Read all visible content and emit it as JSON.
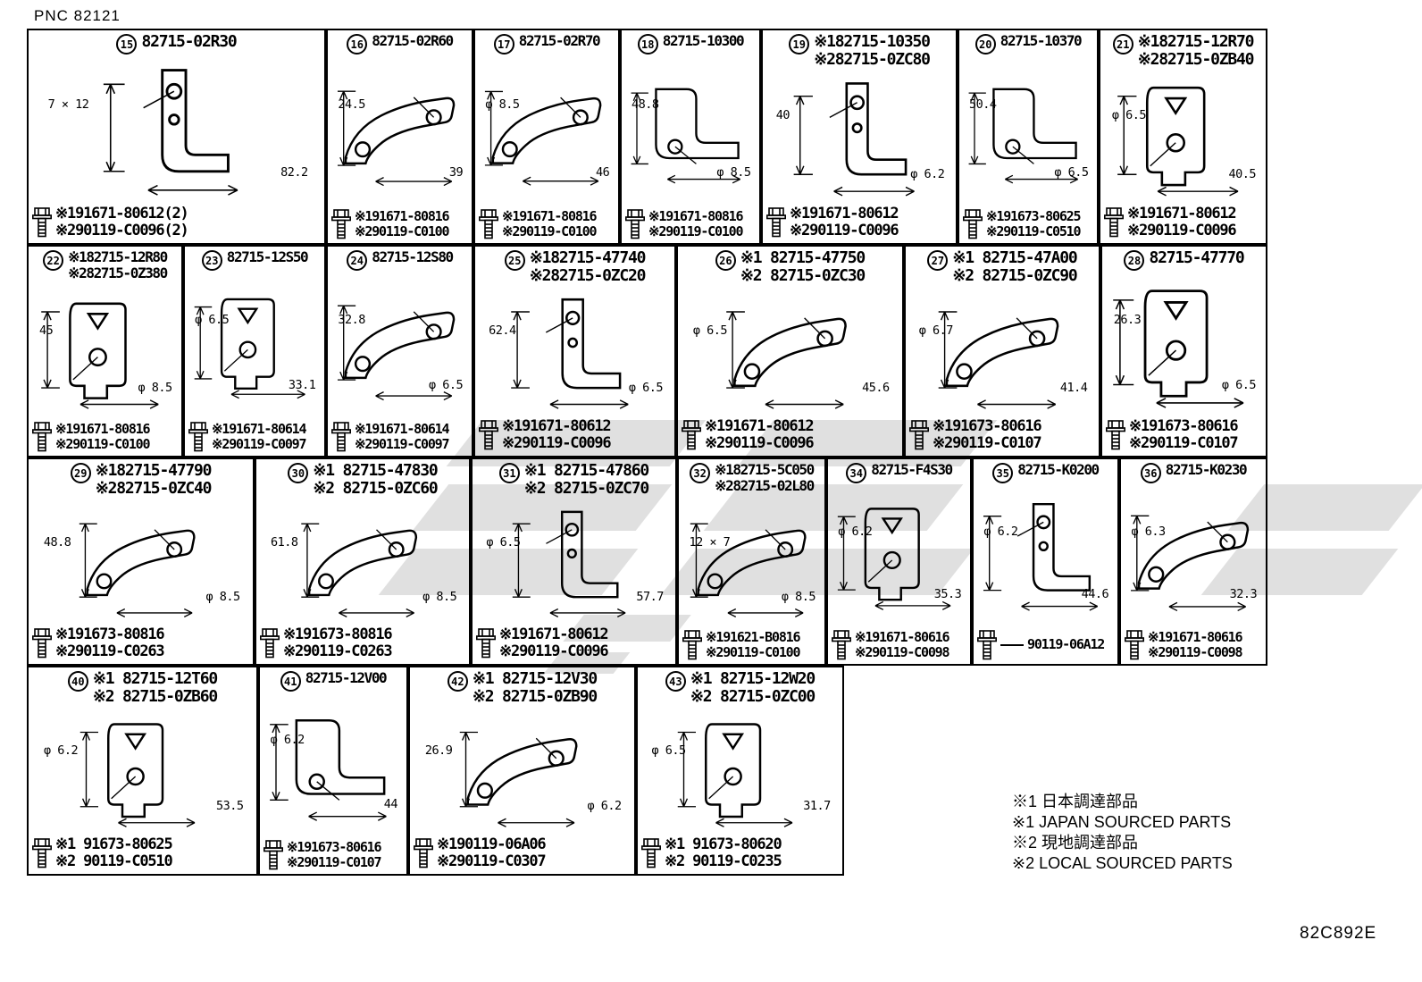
{
  "header": {
    "pnc": "PNC 82121"
  },
  "footer": {
    "code": "82C892E"
  },
  "legend": {
    "lines": [
      "※1 日本調達部品",
      "※1 JAPAN SOURCED PARTS",
      "※2 現地調達部品",
      "※2 LOCAL SOURCED PARTS"
    ]
  },
  "colors": {
    "line": "#000000",
    "background": "#ffffff",
    "watermark": "#c6c6c6"
  },
  "cells": [
    {
      "num": "15",
      "titles": [
        "82715-02R30"
      ],
      "dims": [
        "7 × 12",
        "82.2"
      ],
      "bolts": [
        "※191671-80612(2)",
        "※290119-C0096(2)"
      ]
    },
    {
      "num": "16",
      "titles": [
        "82715-02R60"
      ],
      "dims": [
        "24.5",
        "39"
      ],
      "bolts": [
        "※191671-80816",
        "※290119-C0100"
      ]
    },
    {
      "num": "17",
      "titles": [
        "82715-02R70"
      ],
      "dims": [
        "φ 8.5",
        "46"
      ],
      "bolts": [
        "※191671-80816",
        "※290119-C0100"
      ]
    },
    {
      "num": "18",
      "titles": [
        "82715-10300"
      ],
      "dims": [
        "48.8",
        "φ 8.5"
      ],
      "bolts": [
        "※191671-80816",
        "※290119-C0100"
      ]
    },
    {
      "num": "19",
      "titles": [
        "※182715-10350",
        "※282715-0ZC80"
      ],
      "dims": [
        "40",
        "φ 6.2"
      ],
      "bolts": [
        "※191671-80612",
        "※290119-C0096"
      ]
    },
    {
      "num": "20",
      "titles": [
        "82715-10370"
      ],
      "dims": [
        "50.4",
        "φ 6.5"
      ],
      "bolts": [
        "※191673-80625",
        "※290119-C0510"
      ]
    },
    {
      "num": "21",
      "titles": [
        "※182715-12R70",
        "※282715-0ZB40"
      ],
      "dims": [
        "φ 6.5",
        "40.5"
      ],
      "bolts": [
        "※191671-80612",
        "※290119-C0096"
      ]
    },
    {
      "num": "22",
      "titles": [
        "※182715-12R80",
        "※282715-0Z380"
      ],
      "dims": [
        "45",
        "φ 8.5"
      ],
      "bolts": [
        "※191671-80816",
        "※290119-C0100"
      ]
    },
    {
      "num": "23",
      "titles": [
        "82715-12S50"
      ],
      "dims": [
        "φ 6.5",
        "33.1"
      ],
      "bolts": [
        "※191671-80614",
        "※290119-C0097"
      ]
    },
    {
      "num": "24",
      "titles": [
        "82715-12S80"
      ],
      "dims": [
        "32.8",
        "φ 6.5"
      ],
      "bolts": [
        "※191671-80614",
        "※290119-C0097"
      ]
    },
    {
      "num": "25",
      "titles": [
        "※182715-47740",
        "※282715-0ZC20"
      ],
      "dims": [
        "62.4",
        "φ 6.5"
      ],
      "bolts": [
        "※191671-80612",
        "※290119-C0096"
      ]
    },
    {
      "num": "26",
      "titles": [
        "※1 82715-47750",
        "※2 82715-0ZC30"
      ],
      "dims": [
        "φ 6.5",
        "45.6"
      ],
      "bolts": [
        "※191671-80612",
        "※290119-C0096"
      ]
    },
    {
      "num": "27",
      "titles": [
        "※1 82715-47A00",
        "※2 82715-0ZC90"
      ],
      "dims": [
        "φ 6.7",
        "41.4"
      ],
      "bolts": [
        "※191673-80616",
        "※290119-C0107"
      ]
    },
    {
      "num": "28",
      "titles": [
        "82715-47770"
      ],
      "dims": [
        "26.3",
        "φ 6.5"
      ],
      "bolts": [
        "※191673-80616",
        "※290119-C0107"
      ]
    },
    {
      "num": "29",
      "titles": [
        "※182715-47790",
        "※282715-0ZC40"
      ],
      "dims": [
        "48.8",
        "φ 8.5"
      ],
      "bolts": [
        "※191673-80816",
        "※290119-C0263"
      ]
    },
    {
      "num": "30",
      "titles": [
        "※1 82715-47830",
        "※2 82715-0ZC60"
      ],
      "dims": [
        "61.8",
        "φ 8.5"
      ],
      "bolts": [
        "※191673-80816",
        "※290119-C0263"
      ]
    },
    {
      "num": "31",
      "titles": [
        "※1 82715-47860",
        "※2 82715-0ZC70"
      ],
      "dims": [
        "φ 6.5",
        "57.7"
      ],
      "bolts": [
        "※191671-80612",
        "※290119-C0096"
      ]
    },
    {
      "num": "32",
      "titles": [
        "※182715-5C050",
        "※282715-02L80"
      ],
      "dims": [
        "12 × 7",
        "φ 8.5"
      ],
      "bolts": [
        "※191621-B0816",
        "※290119-C0100"
      ]
    },
    {
      "num": "34",
      "titles": [
        "82715-F4S30"
      ],
      "dims": [
        "φ 6.2",
        "35.3"
      ],
      "bolts": [
        "※191671-80616",
        "※290119-C0098"
      ]
    },
    {
      "num": "35",
      "titles": [
        "82715-K0200"
      ],
      "dims": [
        "φ 6.2",
        "44.6"
      ],
      "bolts": [
        "90119-06A12"
      ]
    },
    {
      "num": "36",
      "titles": [
        "82715-K0230"
      ],
      "dims": [
        "φ 6.3",
        "32.3"
      ],
      "bolts": [
        "※191671-80616",
        "※290119-C0098"
      ]
    },
    {
      "num": "40",
      "titles": [
        "※1 82715-12T60",
        "※2 82715-0ZB60"
      ],
      "dims": [
        "φ 6.2",
        "53.5"
      ],
      "bolts": [
        "※1 91673-80625",
        "※2 90119-C0510"
      ]
    },
    {
      "num": "41",
      "titles": [
        "82715-12V00"
      ],
      "dims": [
        "φ 6.2",
        "44"
      ],
      "bolts": [
        "※191673-80616",
        "※290119-C0107"
      ]
    },
    {
      "num": "42",
      "titles": [
        "※1 82715-12V30",
        "※2 82715-0ZB90"
      ],
      "dims": [
        "26.9",
        "φ 6.2"
      ],
      "bolts": [
        "※190119-06A06",
        "※290119-C0307"
      ]
    },
    {
      "num": "43",
      "titles": [
        "※1 82715-12W20",
        "※2 82715-0ZC00"
      ],
      "dims": [
        "φ 6.5",
        "31.7"
      ],
      "bolts": [
        "※1 91673-80620",
        "※2 90119-C0235"
      ]
    }
  ]
}
